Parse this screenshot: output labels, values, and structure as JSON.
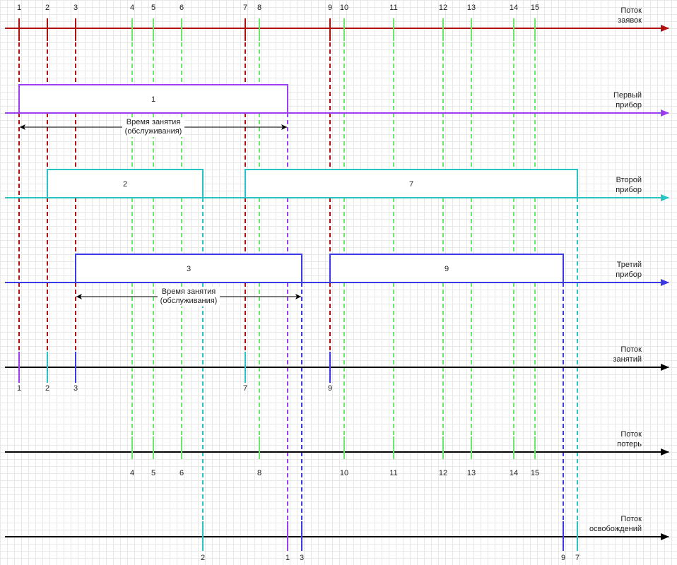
{
  "colors": {
    "requests": "#b20f0f",
    "device1": "#9b3df0",
    "device2": "#27c4c4",
    "device3": "#3a3ae6",
    "loss": "#6ae86a",
    "black": "#000000"
  },
  "axes": [
    {
      "id": "requests",
      "label1": "Поток",
      "label2": "заявок",
      "color": "requests"
    },
    {
      "id": "device1",
      "label1": "Первый",
      "label2": "прибор",
      "color": "device1"
    },
    {
      "id": "device2",
      "label1": "Второй",
      "label2": "прибор",
      "color": "device2"
    },
    {
      "id": "device3",
      "label1": "Третий",
      "label2": "прибор",
      "color": "device3"
    },
    {
      "id": "occupied",
      "label1": "Поток",
      "label2": "занятий",
      "color": "black"
    },
    {
      "id": "losses",
      "label1": "Поток",
      "label2": "потерь",
      "color": "black"
    },
    {
      "id": "releases",
      "label1": "Поток",
      "label2": "освобождений",
      "color": "black"
    }
  ],
  "requests": [
    {
      "n": "1",
      "color": "requests"
    },
    {
      "n": "2",
      "color": "requests"
    },
    {
      "n": "3",
      "color": "requests"
    },
    {
      "n": "4",
      "color": "loss"
    },
    {
      "n": "5",
      "color": "loss"
    },
    {
      "n": "6",
      "color": "loss"
    },
    {
      "n": "7",
      "color": "requests"
    },
    {
      "n": "8",
      "color": "loss"
    },
    {
      "n": "9",
      "color": "requests"
    },
    {
      "n": "10",
      "color": "loss"
    },
    {
      "n": "11",
      "color": "loss"
    },
    {
      "n": "12",
      "color": "loss"
    },
    {
      "n": "13",
      "color": "loss"
    },
    {
      "n": "14",
      "color": "loss"
    },
    {
      "n": "15",
      "color": "loss"
    }
  ],
  "service_boxes": [
    {
      "device": "device1",
      "label": "1"
    },
    {
      "device": "device2",
      "label": "2"
    },
    {
      "device": "device2",
      "label": "7"
    },
    {
      "device": "device3",
      "label": "3"
    },
    {
      "device": "device3",
      "label": "9"
    }
  ],
  "occupied_labels": [
    "1",
    "2",
    "3",
    "7",
    "9"
  ],
  "loss_labels": [
    "4",
    "5",
    "6",
    "8",
    "10",
    "11",
    "12",
    "13",
    "14",
    "15"
  ],
  "release_labels": [
    "2",
    "1",
    "3",
    "9",
    "7"
  ],
  "annotations": [
    {
      "line1": "Время занятия",
      "line2": "(обслуживания)"
    },
    {
      "line1": "Время занятия",
      "line2": "(обслуживания)"
    }
  ]
}
